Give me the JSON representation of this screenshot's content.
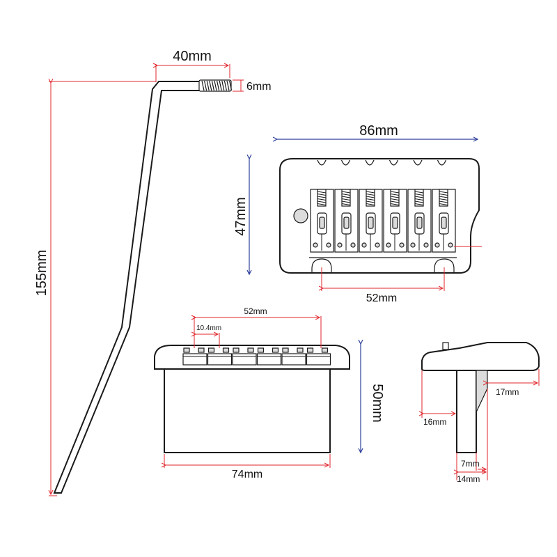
{
  "dimensions": {
    "arm_width": "40mm",
    "thread_dia": "6mm",
    "arm_length": "155mm",
    "plate_width": "86mm",
    "plate_height": "47mm",
    "post_spacing": "52mm",
    "front_string_span": "52mm",
    "front_string_pitch": "10.4mm",
    "front_block_height": "50mm",
    "block_width": "74mm",
    "side_depth_top": "17mm",
    "side_depth_mid": "16mm",
    "side_bottom_inner": "7mm",
    "side_bottom_outer": "14mm"
  },
  "colors": {
    "dimension_red": "#e0242b",
    "dimension_blue": "#2d3f9b",
    "outline": "#1a1a1a"
  }
}
